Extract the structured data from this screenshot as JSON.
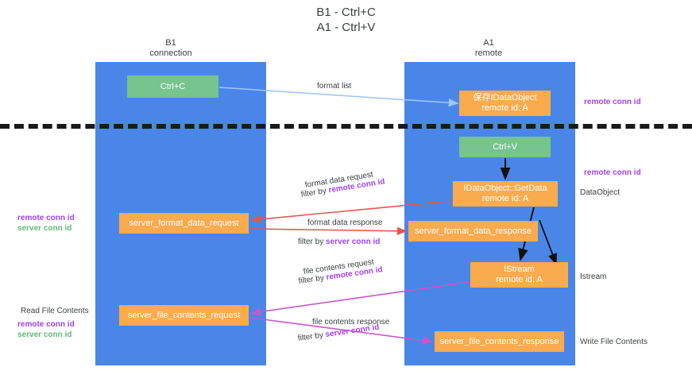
{
  "diagram": {
    "title": "B1 - Ctrl+C\nA1 - Ctrl+V",
    "columns": [
      {
        "id": "b1",
        "label": "B1\nconnection"
      },
      {
        "id": "a1",
        "label": "A1\nremote"
      }
    ],
    "nodes": [
      {
        "id": "ctrl-c",
        "label": "Ctrl+C",
        "color": "#76c48e",
        "lane": "b1"
      },
      {
        "id": "save-idataobject",
        "label": "保存IDataObject\nremote id: A",
        "color": "#f9ab4e",
        "lane": "a1"
      },
      {
        "id": "ctrl-v",
        "label": "Ctrl+V",
        "color": "#76c48e",
        "lane": "a1"
      },
      {
        "id": "getdata",
        "label": "IDataObject::GetData\nremote id: A",
        "color": "#f9ab4e",
        "lane": "a1"
      },
      {
        "id": "format-data-request",
        "label": "server_format_data_request",
        "color": "#f9ab4e",
        "lane": "b1"
      },
      {
        "id": "format-data-response",
        "label": "server_format_data_response",
        "color": "#f9ab4e",
        "lane": "a1"
      },
      {
        "id": "istream",
        "label": "IStream\nremote id: A",
        "color": "#f9ab4e",
        "lane": "a1"
      },
      {
        "id": "file-contents-request",
        "label": "server_file_contents_request",
        "color": "#f9ab4e",
        "lane": "b1"
      },
      {
        "id": "file-contents-response",
        "label": "server_file_contents_response",
        "color": "#f9ab4e",
        "lane": "a1"
      }
    ],
    "edges": [
      {
        "id": "format-list",
        "label": "format list",
        "color": "#9fc5f8"
      },
      {
        "id": "format-data-request",
        "label": "format data request",
        "filter_prefix": "filter by ",
        "filter_key": "remote conn id",
        "color": "#e8554e"
      },
      {
        "id": "format-data-response",
        "label": "format data response",
        "filter_prefix": "filter by ",
        "filter_key": "server conn id",
        "color": "#e8554e"
      },
      {
        "id": "file-contents-request",
        "label": "file contents request",
        "filter_prefix": "filter by ",
        "filter_key": "remote conn id",
        "color": "#c956c9"
      },
      {
        "id": "file-contents-response",
        "label": "file contents response",
        "filter_prefix": "filter by ",
        "filter_key": "server conn id",
        "color": "#c956c9"
      }
    ],
    "annotations": {
      "remote_conn_id": "remote conn id",
      "server_conn_id": "server conn id",
      "dataobject": "DataObject",
      "istream": "Istream",
      "read_file_contents": "Read File Contents",
      "write_file_contents": "Write File Contents"
    },
    "colors": {
      "lane": "#4a86e8",
      "green_node": "#76c48e",
      "orange_node": "#f9ab4e",
      "remote_key": "#a142f4",
      "server_key": "#63b87a",
      "divider": "#1a1a1a",
      "background": "#ffffff"
    }
  }
}
